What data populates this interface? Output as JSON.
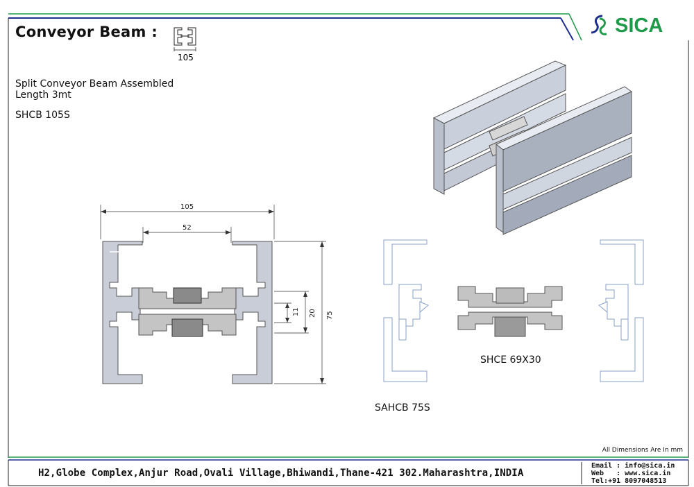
{
  "header": {
    "title": "Conveyor Beam :",
    "icon_dimension": "105"
  },
  "logo": {
    "brand": "SICA",
    "color": "#1f9a4a"
  },
  "description": {
    "line1": "Split Conveyor Beam Assembled",
    "line2": "Length 3mt",
    "product_code": "SHCB 105S"
  },
  "drawing_main": {
    "dim_width": "105",
    "dim_inner_width": "52",
    "dim_height": "75",
    "dim_slot": "20",
    "dim_small": "11"
  },
  "labels": {
    "connector": "SHCE 69X30",
    "half_beam": "SAHCB 75S"
  },
  "footer": {
    "note": "All Dimensions Are In mm",
    "address": "H2,Globe Complex,Anjur Road,Ovali Village,Bhiwandi,Thane-421 302.Maharashtra,INDIA",
    "email": "Email : info@sica.in",
    "web": "Web   : www.sica.in",
    "tel": "Tel:+91 8097048513"
  },
  "colors": {
    "frame_blue": "#1f2f8f",
    "frame_green": "#1f9a4a",
    "profile_fill": "#c9cdd8",
    "connector_fill": "#c4c4c4",
    "nut_fill": "#8a8a8a"
  }
}
